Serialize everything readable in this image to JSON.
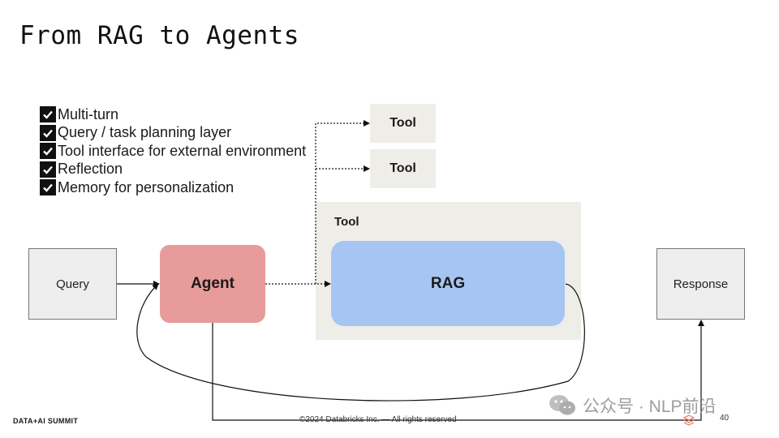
{
  "slide": {
    "title": "From RAG to Agents",
    "checklist": [
      "Multi-turn",
      "Query / task planning layer",
      "Tool interface for external environment",
      "Reflection",
      "Memory for personalization"
    ]
  },
  "diagram": {
    "query_label": "Query",
    "agent_label": "Agent",
    "tool_top_label": "Tool",
    "tool_second_label": "Tool",
    "tool_container_label": "Tool",
    "rag_label": "RAG",
    "response_label": "Response"
  },
  "footer": {
    "brand": "DATA+AI SUMMIT",
    "copyright": "©2024 Databricks Inc. — All rights reserved",
    "page_number": "40"
  },
  "watermark": {
    "text": "公众号 · NLP前沿",
    "icon": "wechat-icon"
  },
  "colors": {
    "agent": "#e89b9b",
    "rag": "#a7c5f2",
    "tool_bg": "#efede8",
    "io_box": "#eeeeee"
  }
}
